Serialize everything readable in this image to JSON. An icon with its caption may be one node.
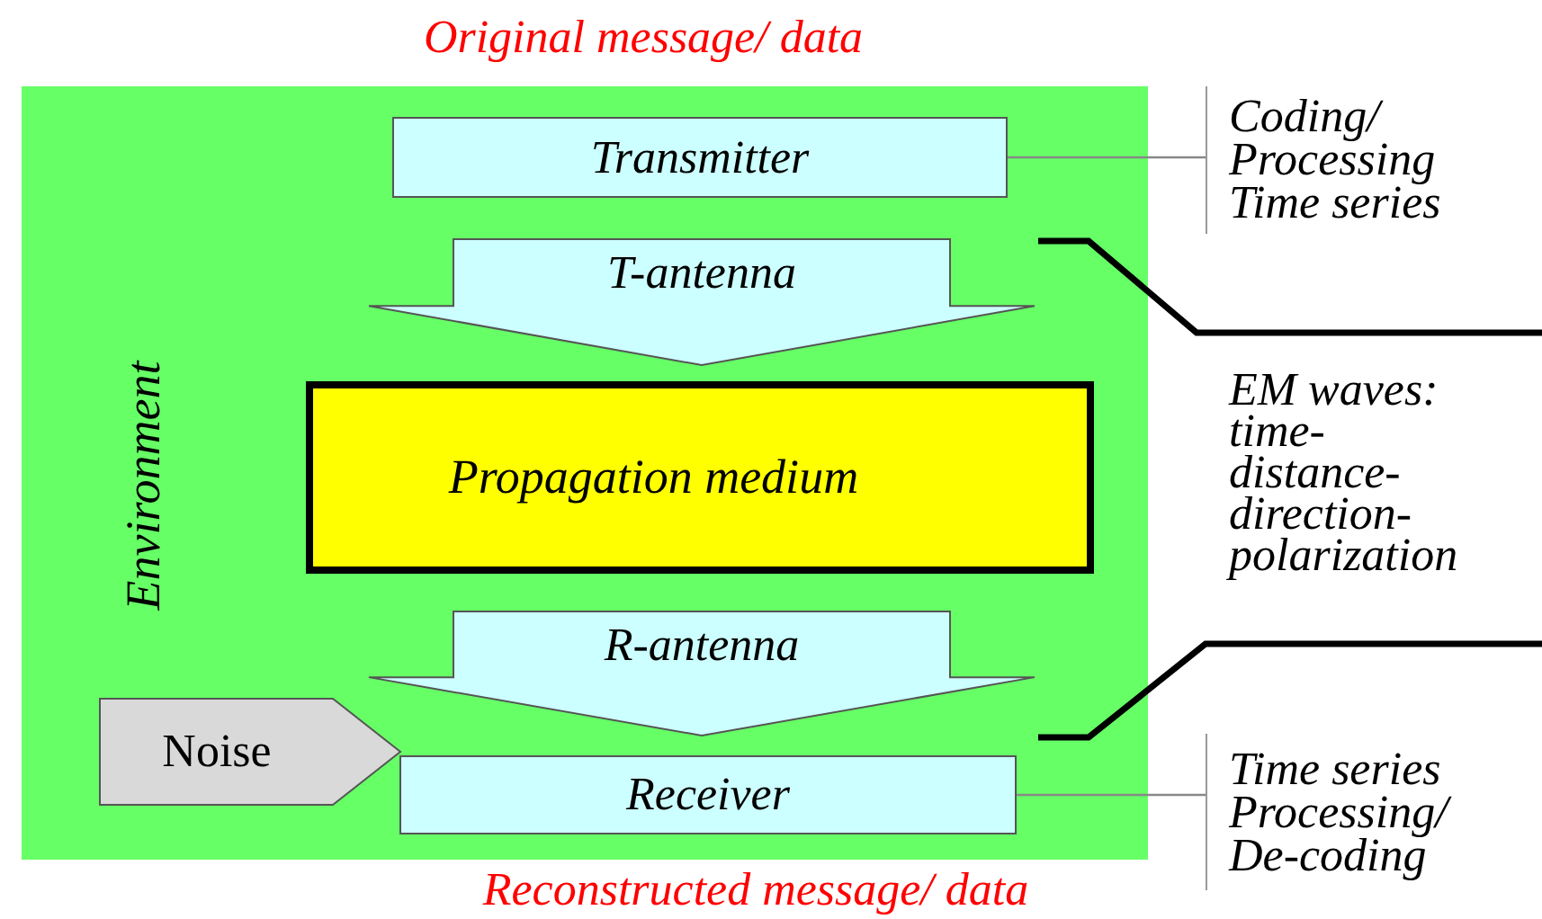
{
  "diagram": {
    "title": "Original message/ data",
    "caption": "Reconstructed message/ data",
    "nodes": [
      {
        "text": [
          "Environment"
        ]
      },
      {
        "text": [
          "Transmitter"
        ],
        "in": 0
      },
      {
        "text": [
          "T-antenna"
        ],
        "in": 0
      },
      {
        "text": [
          "Propagation medium"
        ],
        "in": 0
      },
      {
        "text": [
          "R-antenna"
        ],
        "in": 0
      },
      {
        "text": [
          "Noise"
        ],
        "in": 0
      },
      {
        "text": [
          "Receiver"
        ],
        "in": 0
      },
      {
        "text": [
          "Coding/ Processing Time series"
        ]
      },
      {
        "text": [
          "Time series Processing/ De-coding"
        ]
      }
    ],
    "edges": [
      {
        "from": 1,
        "to": 7,
        "arrow": "none"
      },
      {
        "from": 6,
        "to": 8,
        "arrow": "none"
      }
    ],
    "labels": [
      "EM waves: time- distance- direction- polarization"
    ]
  }
}
